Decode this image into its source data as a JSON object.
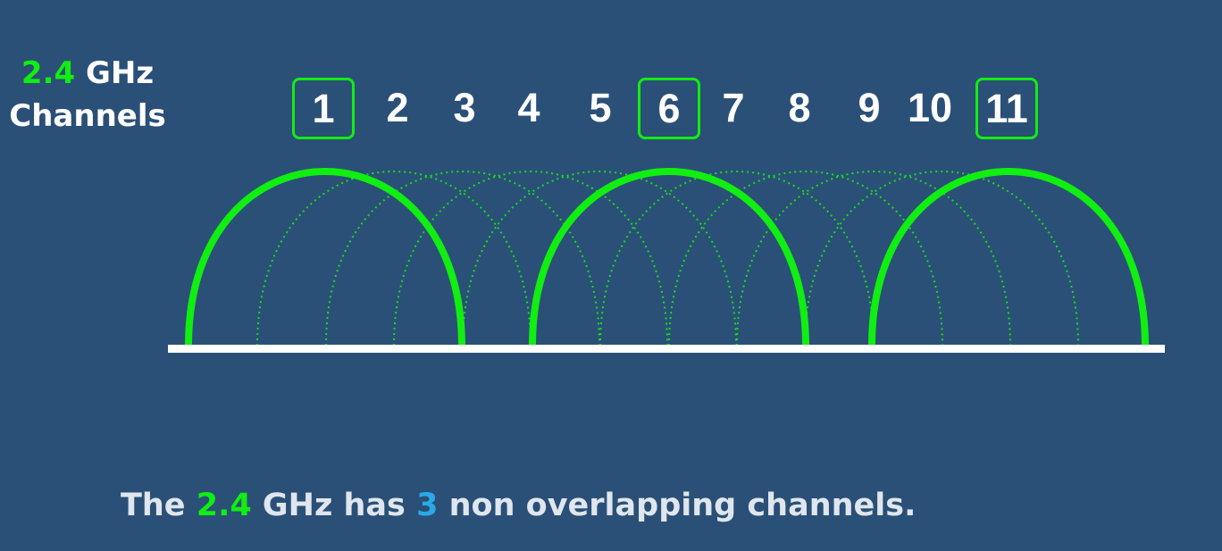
{
  "title": {
    "freq_value": "2.4",
    "freq_unit": "GHz",
    "label": "Channels"
  },
  "channels": [
    "1",
    "2",
    "3",
    "4",
    "5",
    "6",
    "7",
    "8",
    "9",
    "10",
    "11"
  ],
  "non_overlapping_channels": [
    "1",
    "6",
    "11"
  ],
  "caption": {
    "prefix": "The",
    "freq_value": "2.4",
    "middle": "GHz has",
    "count": "3",
    "suffix": "non overlapping channels."
  },
  "colors": {
    "background": "#2b5077",
    "highlight_green": "#11ee11",
    "count_blue": "#2aa8e8",
    "baseline": "#ffffff",
    "text": "#ffffff"
  }
}
